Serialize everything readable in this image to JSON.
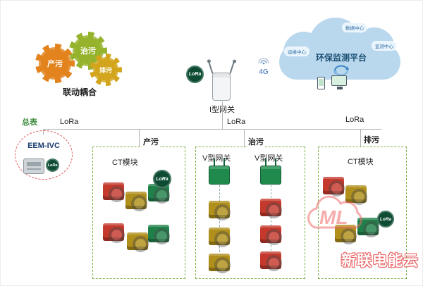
{
  "colors": {
    "accent_green": "#7cb24a",
    "lora_badge": "#0d4c33",
    "module_red": "#c4392c",
    "module_yellow": "#b08f1a",
    "module_green": "#20804a",
    "watermark_red": "#ef6a6a"
  },
  "gears": {
    "items": [
      {
        "label": "产污",
        "color": "#e2831d"
      },
      {
        "label": "治污",
        "color": "#96b32d"
      },
      {
        "label": "排污",
        "color": "#d2a51d"
      }
    ],
    "caption": "联动耦合"
  },
  "gateway_main": {
    "label": "I型网关",
    "lora": "LoRa"
  },
  "signal_4g": "4G",
  "cloud": {
    "title": "环保监测平台",
    "sub_top": "数据中心",
    "sub_left": "运维中心",
    "sub_right": "监测中心"
  },
  "meter": {
    "title": "总表",
    "model": "EEM-IVC",
    "lora": "LoRa"
  },
  "bus": {
    "labels": [
      "LoRa",
      "LoRa",
      "LoRa"
    ]
  },
  "zones": {
    "chanwu": {
      "title": "产污",
      "ct_label": "CT模块",
      "lora": "LoRa"
    },
    "zhiwu": {
      "title": "治污",
      "gw1": "V型网关",
      "gw2": "V型网关"
    },
    "paiwu": {
      "title": "排污",
      "ct_label": "CT模块",
      "lora": "LoRa"
    }
  },
  "watermark": {
    "logo": "ML",
    "text": "新联电能云"
  }
}
